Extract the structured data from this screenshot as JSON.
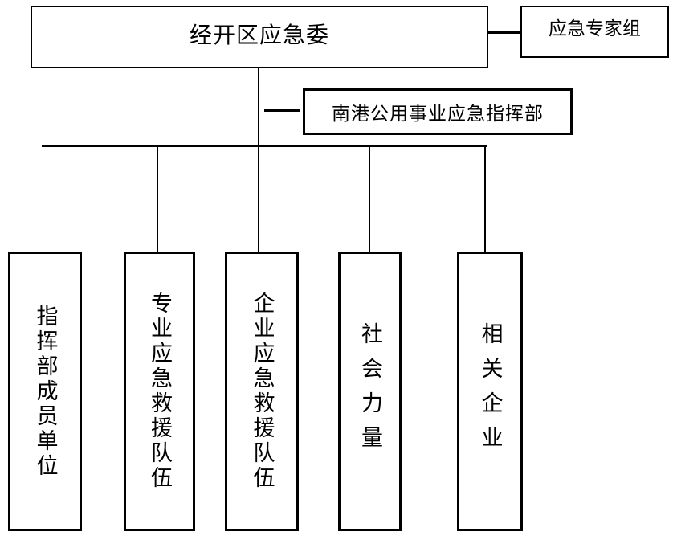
{
  "chart": {
    "type": "org-chart",
    "root": {
      "label": "经开区应急委"
    },
    "advisor": {
      "label": "应急专家组"
    },
    "command": {
      "label": "南港公用事业应急指挥部"
    },
    "branches": [
      {
        "label": "指挥部成员单位"
      },
      {
        "label": "专业应急救援队伍"
      },
      {
        "label": "企业应急救援队伍"
      },
      {
        "label": "社会力量"
      },
      {
        "label": "相关企业"
      }
    ],
    "colors": {
      "line": "#000000",
      "border": "#000000",
      "text": "#000000",
      "background": "#ffffff"
    }
  }
}
